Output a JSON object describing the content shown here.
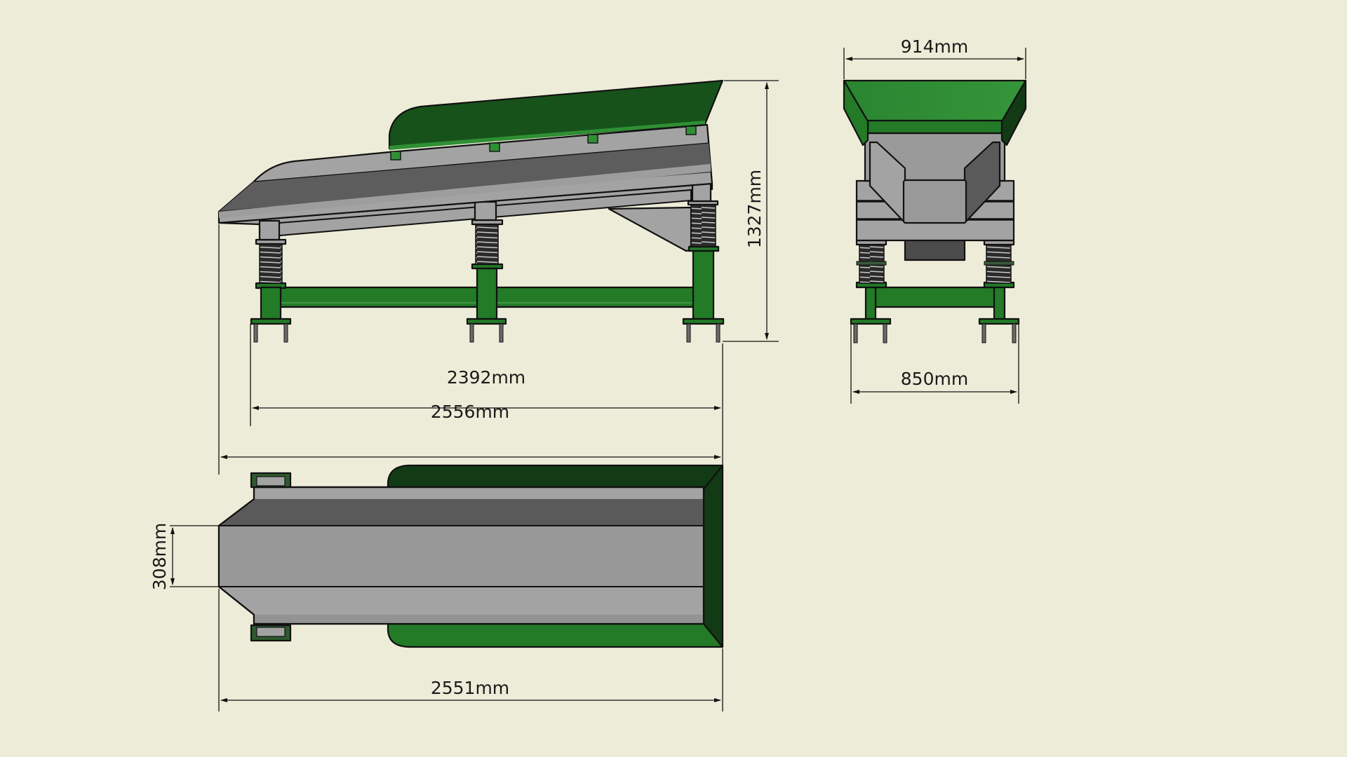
{
  "drawing": {
    "background": "#edecd8",
    "colors": {
      "green_dark": "#17521a",
      "green_mid": "#237a27",
      "green_light": "#2f8f34",
      "green_darkest": "#123a14",
      "gray_light": "#a3a3a3",
      "gray_mid": "#939393",
      "gray_dark": "#5a5a5a",
      "gray_motor": "#4b4b4b",
      "line": "#111111"
    },
    "views": {
      "side": {
        "label": "side-elevation-view"
      },
      "front": {
        "label": "front-elevation-view"
      },
      "plan": {
        "label": "plan-view"
      }
    },
    "dimensions": {
      "side_height": "1327mm",
      "side_leg_span": "2392mm",
      "side_overall_length": "2556mm",
      "front_top_width": "914mm",
      "front_base_width": "850mm",
      "plan_length": "2551mm",
      "plan_channel_width": "308mm"
    }
  }
}
